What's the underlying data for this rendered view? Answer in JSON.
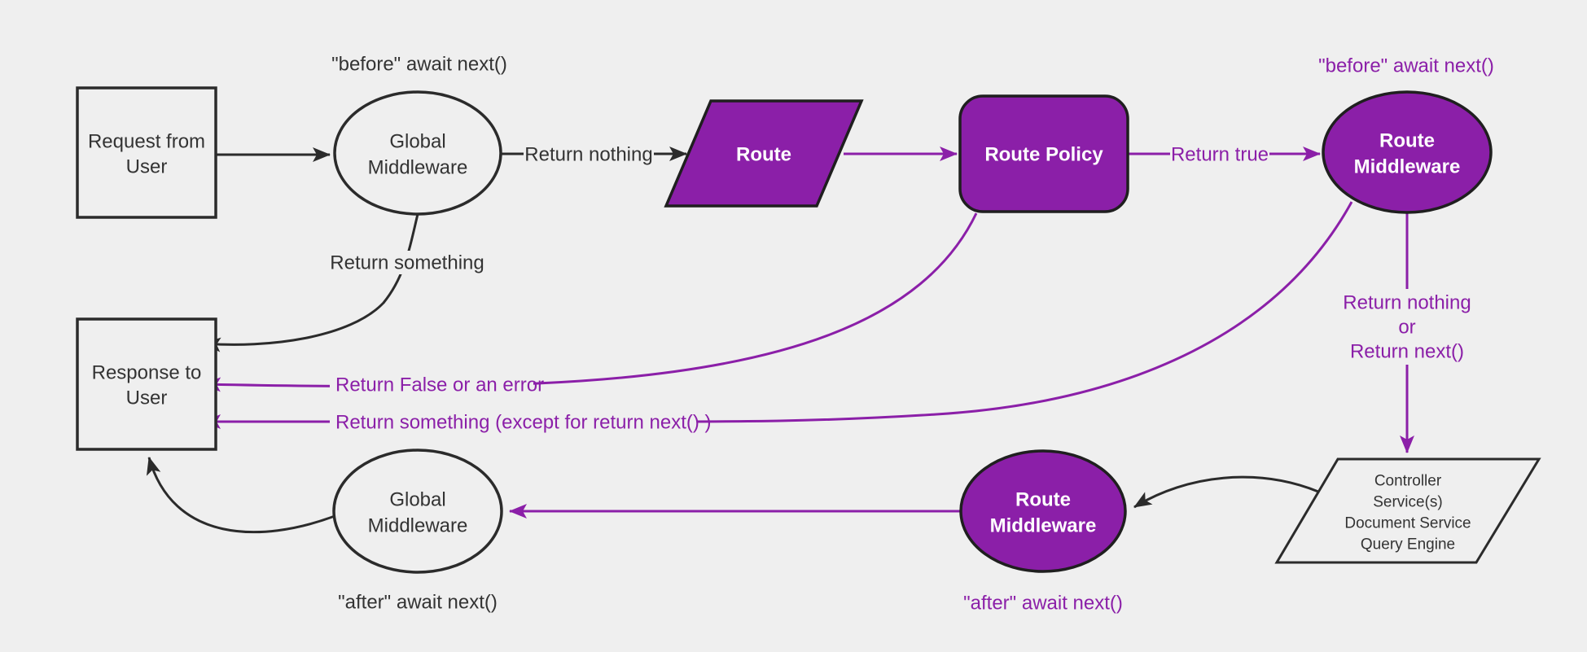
{
  "colors": {
    "background": "#efefef",
    "purple_fill": "#8b1fa8",
    "purple_line": "#8b1fa8",
    "dark_line": "#2b2b2b",
    "dark_text": "#333333",
    "light_node_text": "#ffffff"
  },
  "nodes": {
    "request": {
      "line1": "Request from",
      "line2": "User"
    },
    "global_middleware_top": {
      "line1": "Global",
      "line2": "Middleware"
    },
    "route": {
      "label": "Route"
    },
    "route_policy": {
      "label": "Route Policy"
    },
    "route_middleware_top": {
      "line1": "Route",
      "line2": "Middleware"
    },
    "controller": {
      "line1": "Controller",
      "line2": "Service(s)",
      "line3": "Document Service",
      "line4": "Query Engine"
    },
    "response": {
      "line1": "Response to",
      "line2": "User"
    },
    "route_middleware_bottom": {
      "line1": "Route",
      "line2": "Middleware"
    },
    "global_middleware_bottom": {
      "line1": "Global",
      "line2": "Middleware"
    }
  },
  "edge_labels": {
    "before_await_next_global": "\"before\" await next()",
    "return_nothing": "Return nothing",
    "return_something": "Return something",
    "return_true": "Return true",
    "before_await_next_route": "\"before\" await next()",
    "return_nothing_or": {
      "line1": "Return nothing",
      "line2": "or",
      "line3": "Return next()"
    },
    "return_false_or_error": "Return False or an error",
    "return_something_except": "Return something (except for return next() )",
    "after_await_next_route": "\"after\" await next()",
    "after_await_next_global": "\"after\" await next()"
  }
}
